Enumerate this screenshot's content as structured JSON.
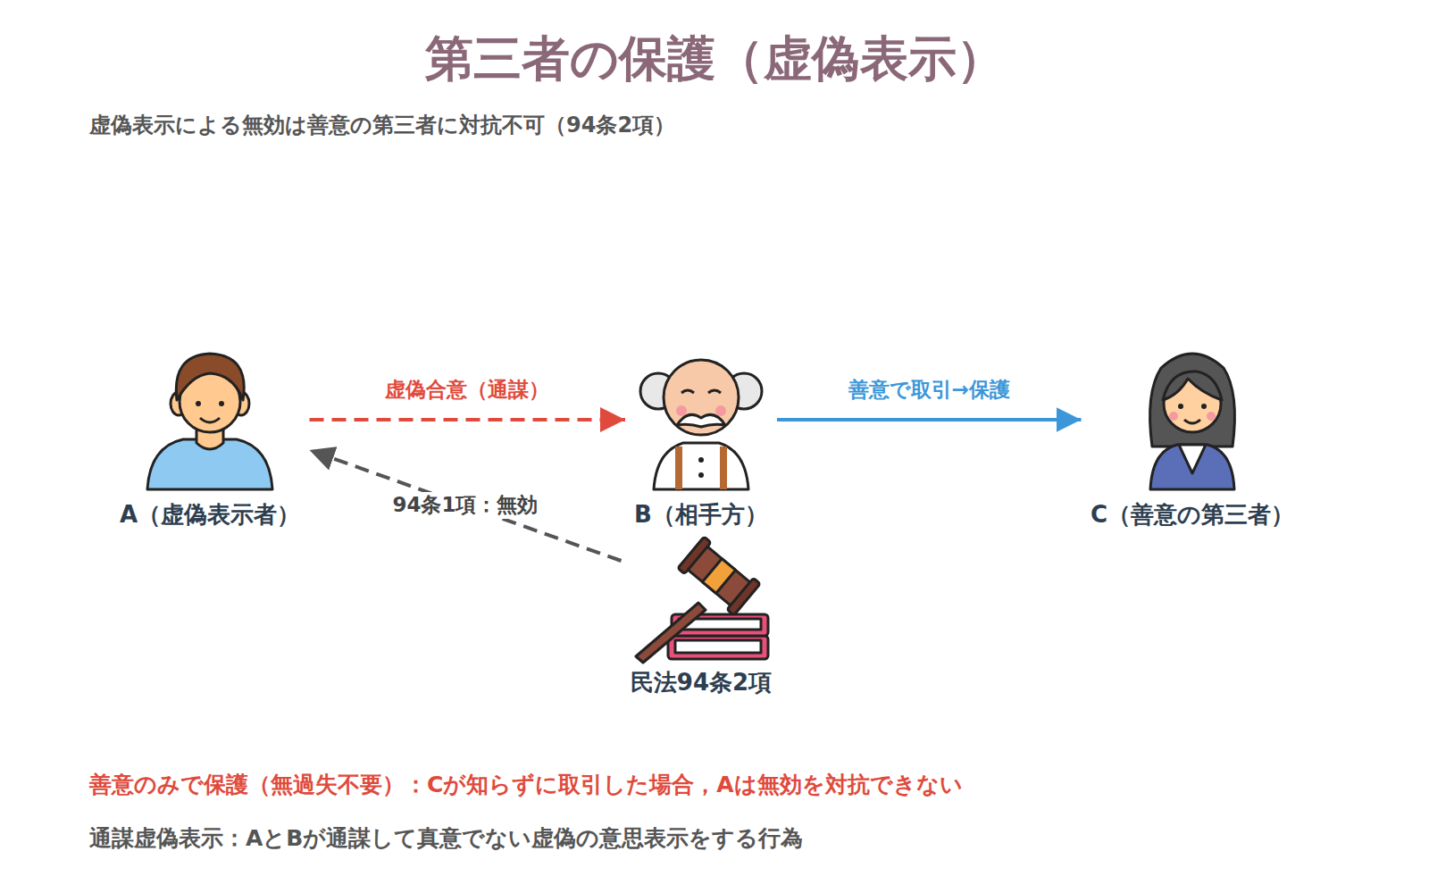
{
  "diagram": {
    "title": "第三者の保護（虚偽表示）",
    "nodes": [
      {
        "text": [
          "A（虚偽表示者）"
        ]
      },
      {
        "text": [
          "B（相手方）"
        ]
      },
      {
        "text": [
          "C（善意の第三者）"
        ]
      },
      {
        "text": [
          "民法94条2項"
        ]
      }
    ],
    "edges": [
      {
        "from": 0,
        "to": 1,
        "label": "虚偽合意（通謀）",
        "arrow": "to"
      },
      {
        "from": 1,
        "to": 2,
        "label": "善意で取引→保護",
        "arrow": "to"
      },
      {
        "from": 3,
        "to": 0,
        "label": "94条1項：無効",
        "arrow": "to"
      }
    ],
    "labels": [
      "虚偽表示による無効は善意の第三者に対抗不可（94条2項）",
      "善意のみで保護（無過失不要）：Cが知らずに取引した場合，Aは無効を対抗できない",
      "通謀虚偽表示：AとBが通謀して真意でない虚偽の意思表示をする行為"
    ]
  }
}
